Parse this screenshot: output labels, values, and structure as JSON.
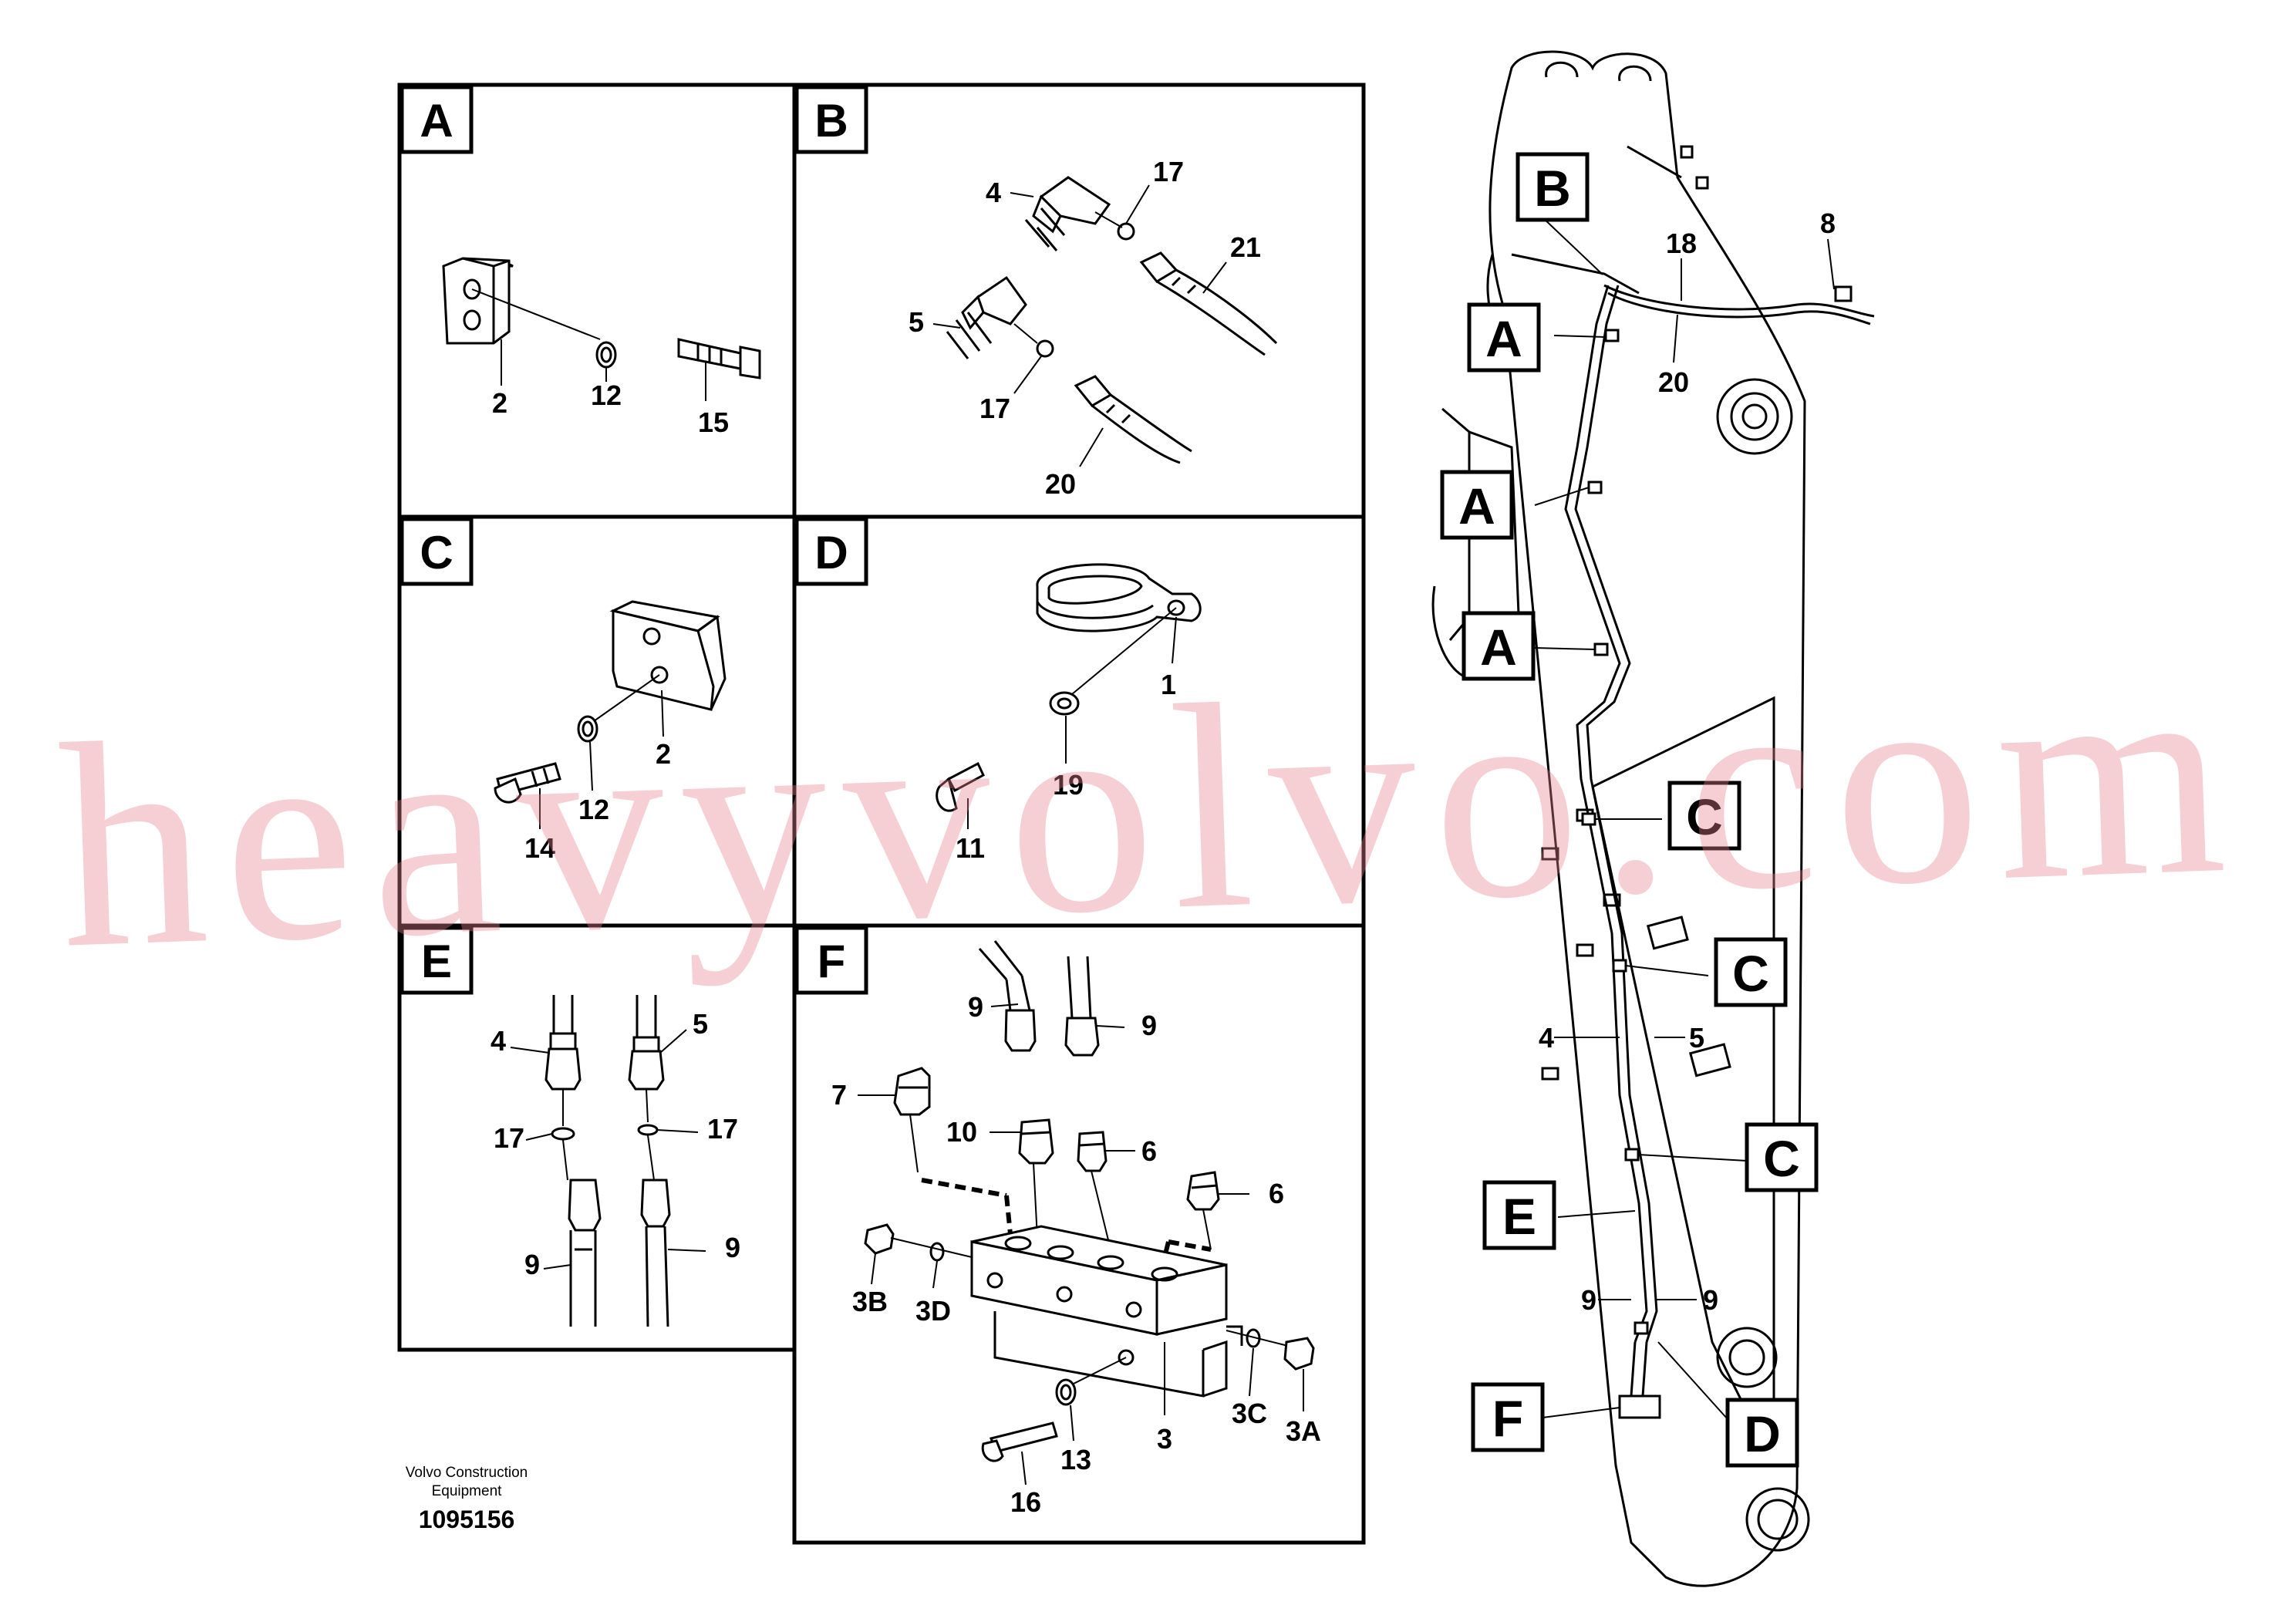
{
  "panels": {
    "A": {
      "letter": "A",
      "labels": [
        "2",
        "12",
        "15"
      ]
    },
    "B": {
      "letter": "B",
      "labels": [
        "4",
        "17",
        "21",
        "5",
        "17",
        "20"
      ]
    },
    "C": {
      "letter": "C",
      "labels": [
        "2",
        "12",
        "14"
      ]
    },
    "D": {
      "letter": "D",
      "labels": [
        "1",
        "19",
        "11"
      ]
    },
    "E": {
      "letter": "E",
      "labels": [
        "4",
        "5",
        "17",
        "17",
        "9",
        "9"
      ]
    },
    "F": {
      "letter": "F",
      "labels": [
        "9",
        "9",
        "7",
        "10",
        "6",
        "6",
        "3B",
        "3D",
        "3",
        "3C",
        "3A",
        "13",
        "16"
      ]
    }
  },
  "boom": {
    "callouts": [
      "B",
      "A",
      "A",
      "A",
      "C",
      "C",
      "C",
      "E",
      "F",
      "D"
    ],
    "labels": [
      "18",
      "8",
      "20",
      "4",
      "5",
      "9",
      "9"
    ]
  },
  "footer": {
    "company": "Volvo Construction Equipment",
    "drawing_number": "1095156"
  },
  "watermark": "heavyvolvo.com"
}
